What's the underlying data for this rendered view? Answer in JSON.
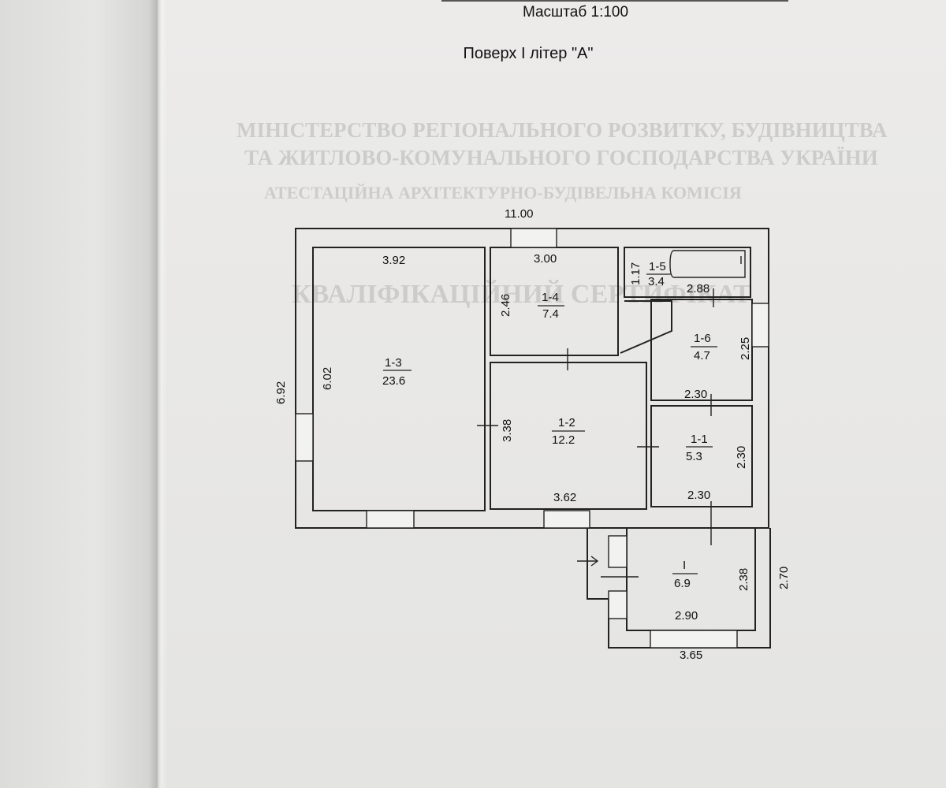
{
  "header": {
    "scale": "Масштаб 1:100",
    "floor": "Поверх І літер \"А\""
  },
  "background_text": {
    "line1": "МІНІСТЕРСТВО РЕГІОНАЛЬНОГО РОЗВИТКУ, БУДІВНИЦТВА",
    "line2": "ТА ЖИТЛОВО-КОМУНАЛЬНОГО ГОСПОДАРСТВА УКРАЇНИ",
    "line3": "АТЕСТАЦІЙНА АРХІТЕКТУРНО-БУДІВЕЛЬНА КОМІСІЯ",
    "line4": "КВАЛІФІКАЦІЙНИЙ СЕРТИФІКАТ"
  },
  "overall_dimensions": {
    "width": "11.00",
    "height": "6.92",
    "porch_height": "2.70",
    "porch_width": "3.65"
  },
  "rooms": [
    {
      "id": "1-3",
      "area": "23.6",
      "width": "3.92",
      "height": "6.02"
    },
    {
      "id": "1-4",
      "area": "7.4",
      "width": "3.00",
      "height": "2.46"
    },
    {
      "id": "1-5",
      "area": "3.4",
      "height": "1.17"
    },
    {
      "id": "1-6",
      "area": "4.7",
      "width": "2.88",
      "height": "2.25"
    },
    {
      "id": "1-2",
      "area": "12.2",
      "width": "3.62",
      "height": "3.38"
    },
    {
      "id": "1-1",
      "area": "5.3",
      "width_top": "2.30",
      "width_bottom": "2.30",
      "height": "2.30"
    },
    {
      "id": "I",
      "area": "6.9",
      "width": "2.90",
      "height": "2.38"
    }
  ]
}
